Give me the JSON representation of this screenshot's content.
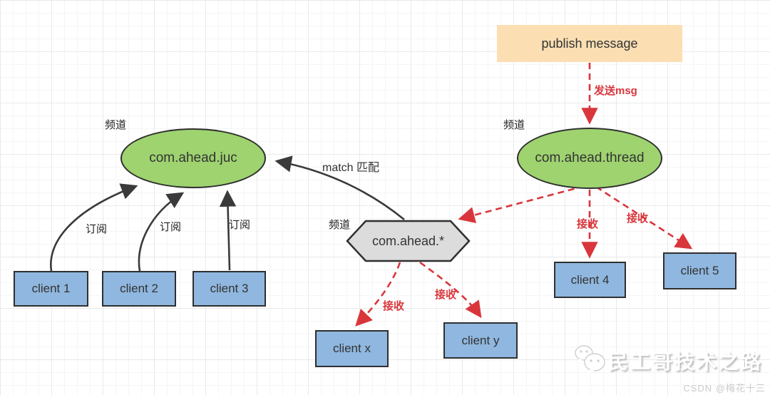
{
  "colors": {
    "channel_fill": "#9ed36f",
    "publisher_fill": "#fbdfb3",
    "client_fill": "#8fb7df",
    "pattern_fill": "#dcdcdc",
    "shape_border": "#2f2f2f",
    "arrow_black": "#3a3a3a",
    "arrow_red": "#d9363c",
    "grid_line": "#e9e9e9",
    "text": "#333333"
  },
  "publisher": {
    "label": "publish message"
  },
  "channels": {
    "juc": {
      "type_label": "频道",
      "label": "com.ahead.juc"
    },
    "thread": {
      "type_label": "频道",
      "label": "com.ahead.thread"
    },
    "pattern": {
      "type_label": "频道",
      "label": "com.ahead.*"
    }
  },
  "clients": {
    "c1": {
      "label": "client 1"
    },
    "c2": {
      "label": "client 2"
    },
    "c3": {
      "label": "client 3"
    },
    "c4": {
      "label": "client 4"
    },
    "c5": {
      "label": "client 5"
    },
    "cx": {
      "label": "client x"
    },
    "cy": {
      "label": "client y"
    }
  },
  "edges": {
    "send": "发送msg",
    "subscribe": "订阅",
    "match": "match 匹配",
    "receive": "接收"
  },
  "watermark": {
    "brand": "民工哥技术之路",
    "credit": "CSDN @梅花十三"
  }
}
